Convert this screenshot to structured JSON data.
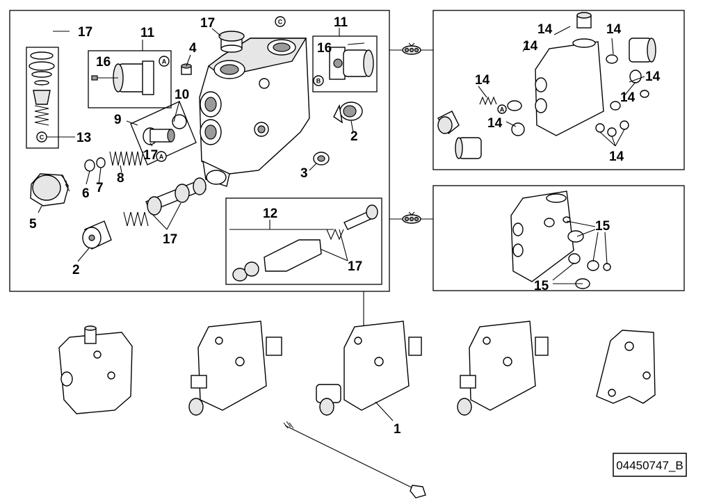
{
  "callouts": {
    "c1": "1",
    "c2a": "2",
    "c2b": "2",
    "c3": "3",
    "c4": "4",
    "c5": "5",
    "c6": "6",
    "c7": "7",
    "c8": "8",
    "c9": "9",
    "c10": "10",
    "c11a": "11",
    "c11b": "11",
    "c12": "12",
    "c13": "13",
    "c14a": "14",
    "c14b": "14",
    "c14c": "14",
    "c14d": "14",
    "c14e": "14",
    "c14f": "14",
    "c14g": "14",
    "c14h": "14",
    "c15a": "15",
    "c15b": "15",
    "c16a": "16",
    "c16b": "16",
    "c17a": "17",
    "c17b": "17",
    "c17c": "17",
    "c17d": "17",
    "c17e": "17"
  },
  "circle_letters": {
    "a1": "A",
    "a2": "A",
    "a3": "A",
    "b1": "B",
    "cc1": "C",
    "cc2": "C"
  },
  "document_id": "04450747_B"
}
